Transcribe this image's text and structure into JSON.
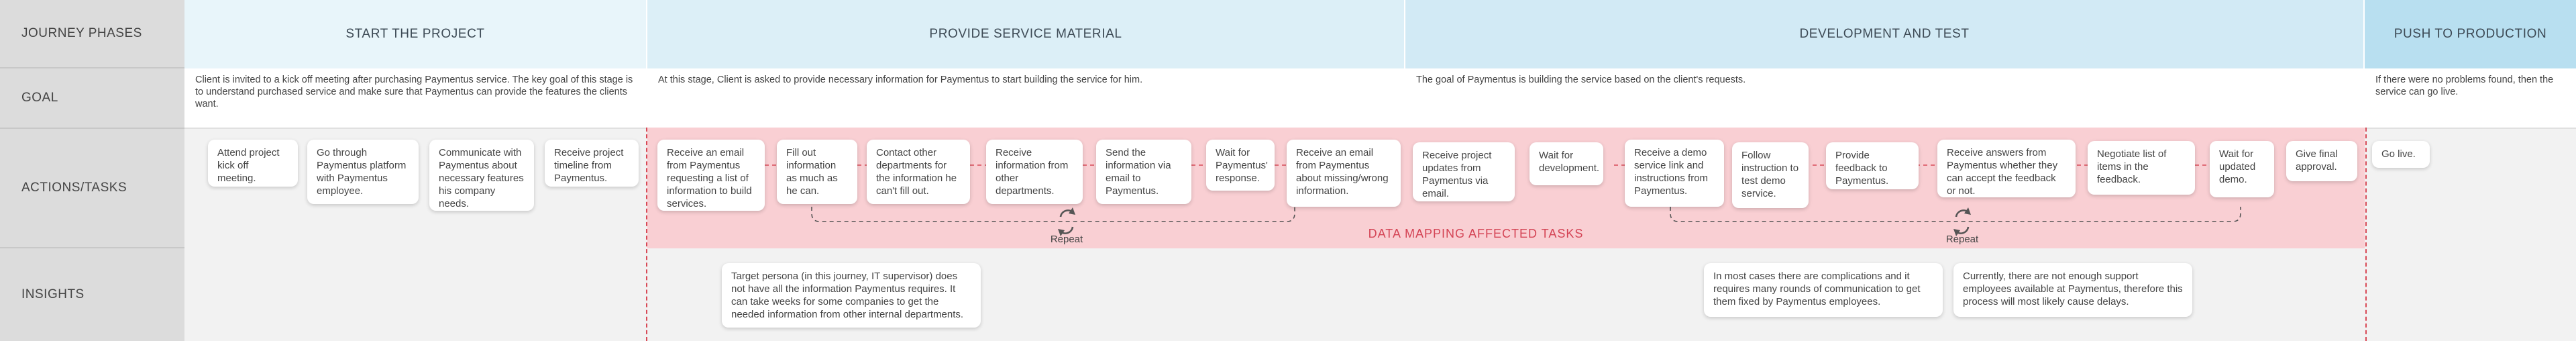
{
  "row_labels": {
    "phases": "JOURNEY PHASES",
    "goal": "GOAL",
    "actions": "ACTIONS/TASKS",
    "insights": "INSIGHTS"
  },
  "phases": [
    {
      "name": "START THE PROJECT",
      "color": "#e8f5fa"
    },
    {
      "name": "PROVIDE SERVICE MATERIAL",
      "color": "#dceff7"
    },
    {
      "name": "DEVELOPMENT AND TEST",
      "color": "#d2eaf5"
    },
    {
      "name": "PUSH TO PRODUCTION",
      "color": "#b8dff0"
    }
  ],
  "goals": [
    "Client is invited to a kick off meeting after purchasing Paymentus service. The key goal of this stage is to understand purchased service and make sure that Paymentus can provide the features the clients want.",
    "At this stage, Client is asked to provide necessary information for Paymentus to start building the service for him.",
    "The goal of Paymentus is building the service based on the client's requests.",
    "If there were no problems found, then the service can go live."
  ],
  "tasks": {
    "start": [
      "Attend project kick off meeting.",
      "Go through Paymentus platform with Paymentus employee.",
      "Communicate with Paymentus about necessary features his company needs.",
      "Receive project timeline from Paymentus."
    ],
    "material": [
      "Receive an email from Paymentus requesting a list of information to build services.",
      "Fill out information as much as he can.",
      "Contact other departments for the information he can't fill out.",
      "Receive information from other departments.",
      "Send the information via email to Paymentus.",
      "Wait for Paymentus' response.",
      "Receive an email from Paymentus about missing/wrong information."
    ],
    "dev": [
      "Receive project updates from Paymentus via email.",
      "Wait for development.",
      "Receive a demo service link and instructions from Paymentus.",
      "Follow instruction to test demo service.",
      "Provide feedback to Paymentus.",
      "Receive answers from Paymentus whether they can accept the feedback or not.",
      "Negotiate list of items in the feedback.",
      "Wait for updated demo.",
      "Give final approval."
    ],
    "push": [
      "Go live."
    ]
  },
  "repeat_label": "Repeat",
  "data_mapping_label": "DATA MAPPING AFFECTED TASKS",
  "insights": [
    "Target persona (in this journey, IT supervisor) does not have all the information Paymentus requires. It can take weeks for some companies to get the needed information from other internal departments.",
    "In most cases there are complications and it requires many rounds of communication to get them fixed by Paymentus employees.",
    "Currently, there are not enough support employees available at Paymentus, therefore this process will most likely cause delays."
  ],
  "colors": {
    "data_mapping_zone": "#f9cfd3",
    "accent_red": "#d84a57"
  }
}
